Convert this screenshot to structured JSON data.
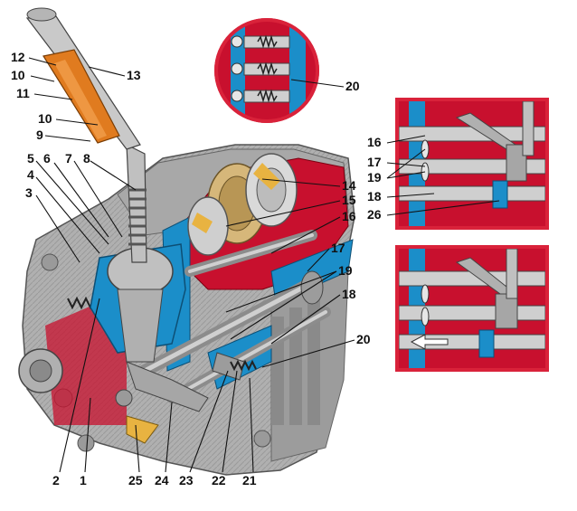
{
  "palette": {
    "housing": "#b9b9b9",
    "housing_dark": "#7d7d7d",
    "cutaway_red": "#c8102e",
    "cutaway_blue": "#1b8ec9",
    "boot_orange": "#e07b1f",
    "gear_bronze": "#d6b77a",
    "frame_red": "#d9223a",
    "arrow_white": "#ffffff"
  },
  "callouts": {
    "c1": "1",
    "c2": "2",
    "c3": "3",
    "c4": "4",
    "c5": "5",
    "c6": "6",
    "c7": "7",
    "c8": "8",
    "c9": "9",
    "c10a": "10",
    "c10b": "10",
    "c11": "11",
    "c12": "12",
    "c13": "13",
    "c14": "14",
    "c15": "15",
    "c16": "16",
    "c17": "17",
    "c18": "18",
    "c19": "19",
    "c20": "20",
    "c21": "21",
    "c22": "22",
    "c23": "23",
    "c24": "24",
    "c25": "25",
    "i16": "16",
    "i17": "17",
    "i18": "18",
    "i19": "19",
    "i26": "26",
    "m20": "20"
  }
}
